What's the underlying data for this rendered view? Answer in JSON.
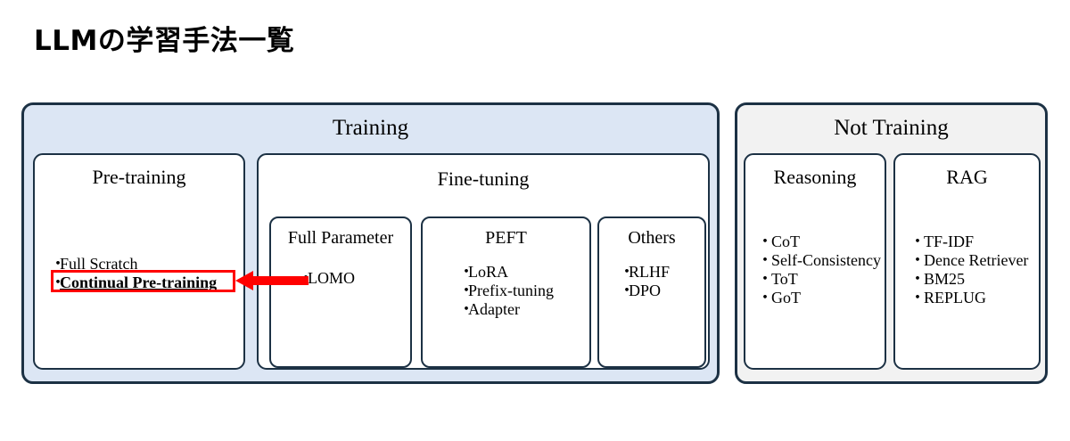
{
  "slide": {
    "title": "LLMの学習手法一覧"
  },
  "colors": {
    "training_fill": "#dce6f4",
    "not_training_fill": "#f2f2f2",
    "box_border": "#1c3144",
    "highlight": "#ff0000",
    "text": "#000000"
  },
  "groups": [
    {
      "id": "training",
      "title": "Training",
      "boxes": [
        {
          "id": "pre-training",
          "title": "Pre-training",
          "items": [
            {
              "label": "Full Scratch",
              "emphasis": false
            },
            {
              "label": "Continual Pre-training",
              "emphasis": true
            }
          ]
        },
        {
          "id": "fine-tuning",
          "title": "Fine-tuning",
          "sub_boxes": [
            {
              "id": "full-parameter",
              "title": "Full Parameter",
              "items": [
                "LOMO"
              ]
            },
            {
              "id": "peft",
              "title": "PEFT",
              "items": [
                "LoRA",
                "Prefix-tuning",
                "Adapter"
              ]
            },
            {
              "id": "others",
              "title": "Others",
              "items": [
                "RLHF",
                "DPO"
              ]
            }
          ]
        }
      ]
    },
    {
      "id": "not-training",
      "title": "Not Training",
      "boxes": [
        {
          "id": "reasoning",
          "title": "Reasoning",
          "items": [
            "CoT",
            "Self-Consistency",
            "ToT",
            "GoT"
          ]
        },
        {
          "id": "rag",
          "title": "RAG",
          "items": [
            "TF-IDF",
            "Dence Retriever",
            "BM25",
            "REPLUG"
          ]
        }
      ]
    }
  ],
  "bullet_glyph": "・",
  "annotation": {
    "arrow_direction": "left",
    "arrow_color": "#ff0000",
    "target": "Continual Pre-training"
  }
}
